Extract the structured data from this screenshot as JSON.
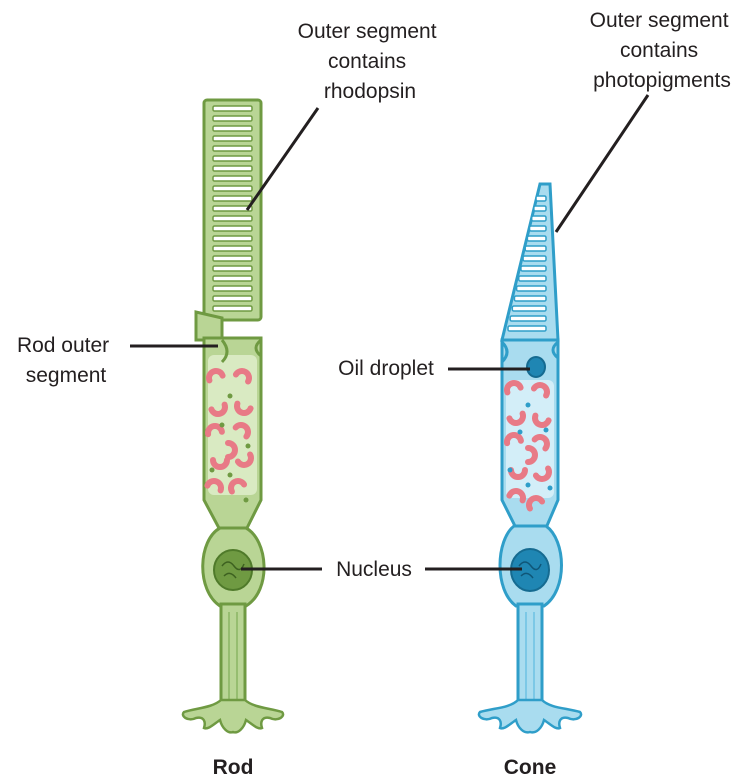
{
  "labels": {
    "rod_outer_top": [
      "Outer segment",
      "contains",
      "rhodopsin"
    ],
    "cone_outer_top": [
      "Outer segment",
      "contains",
      "photopigments"
    ],
    "rod_outer_segment": [
      "Rod outer",
      "segment"
    ],
    "oil_droplet": "Oil droplet",
    "nucleus": "Nucleus",
    "rod": "Rod",
    "cone": "Cone"
  },
  "colors": {
    "rod_fill": "#b9d595",
    "rod_stroke": "#6f9a42",
    "rod_light": "#d9eac2",
    "cone_fill": "#a9dcef",
    "cone_stroke": "#2f9ec9",
    "cone_light": "#d3eef8",
    "mitochondria": "#e87a86",
    "text": "#231f20"
  }
}
